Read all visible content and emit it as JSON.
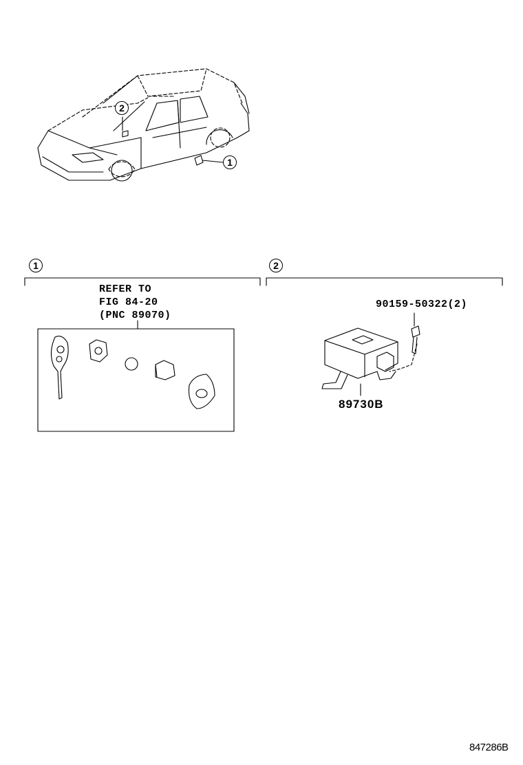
{
  "callouts": {
    "one": "1",
    "two": "2"
  },
  "section1": {
    "ref_line1": "REFER TO",
    "ref_line2": "FIG 84-20",
    "ref_line3": "(PNC 89070)"
  },
  "section2": {
    "bolt_part": "90159-50322(2)",
    "module_part": "89730B"
  },
  "footer": {
    "diagram_code": "847286B"
  },
  "icons": [
    "car-illustration-icon",
    "remote-key-icon",
    "key-cover-icon",
    "battery-icon",
    "button-pad-icon",
    "key-fob-icon",
    "control-module-icon",
    "bolt-icon"
  ]
}
